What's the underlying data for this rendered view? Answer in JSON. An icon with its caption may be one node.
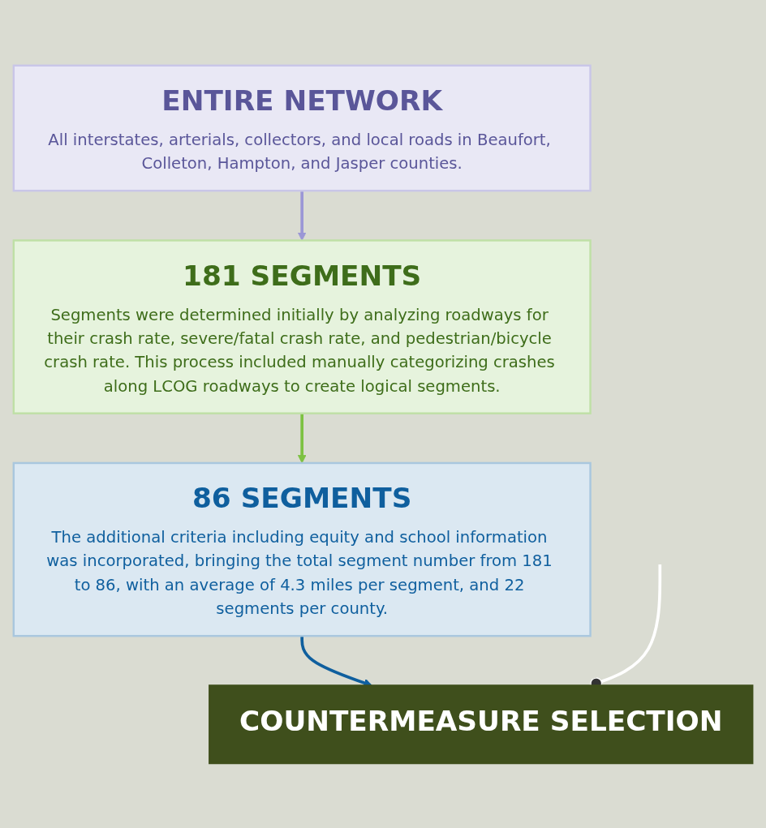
{
  "diagram": {
    "nodes": [
      {
        "text": [
          "ENTIRE NETWORK",
          "All interstates, arterials, collectors, and local roads in Beaufort, Colleton, Hampton, and Jasper counties."
        ]
      },
      {
        "text": [
          "181 SEGMENTS",
          "Segments were determined initially by analyzing roadways for their crash rate, severe/fatal crash rate, and pedestrian/bicycle crash rate. This process included manually categorizing crashes along LCOG roadways to create logical segments."
        ]
      },
      {
        "text": [
          "86 SEGMENTS",
          "The additional criteria including equity and school information was incorporated, bringing the total segment number from 181 to 86, with an average of 4.3 miles per segment, and 22 segments per county."
        ]
      },
      {
        "text": [
          "COUNTERMEASURE SELECTION"
        ]
      }
    ],
    "edges": [
      {
        "from": 0,
        "to": 1,
        "arrow": "to",
        "color": "#9b97d6"
      },
      {
        "from": 1,
        "to": 2,
        "arrow": "to",
        "color": "#7dc242"
      },
      {
        "from": 2,
        "to": 3,
        "arrow": "to",
        "color": "#0f5f9e"
      },
      {
        "from": 3,
        "to": null,
        "arrow": "other",
        "color": "#ffffff"
      }
    ]
  }
}
